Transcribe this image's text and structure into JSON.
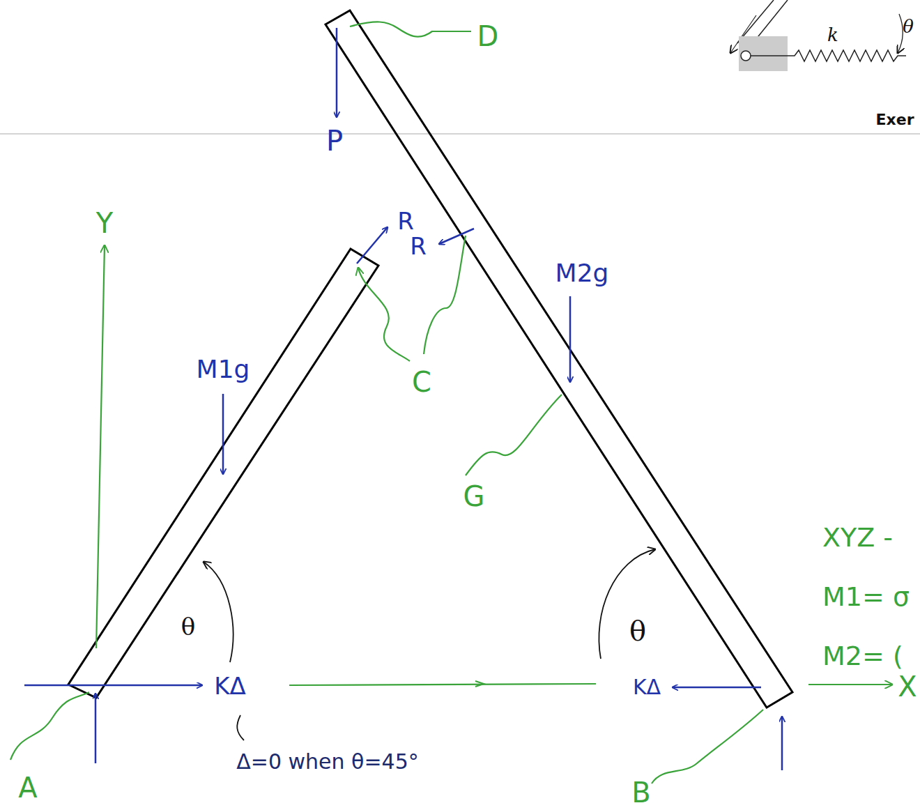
{
  "diagram": {
    "labels": [
      "D",
      "P",
      "Y",
      "R",
      "R",
      "M2g",
      "M1g",
      "C",
      "G",
      "θ",
      "θ",
      "KΔ",
      "KΔ",
      "X",
      "A",
      "B",
      "Δ=0 when θ=45°",
      "XYZ -",
      "M1= σ",
      "M2= (",
      "k",
      "θ",
      "Exer"
    ]
  }
}
